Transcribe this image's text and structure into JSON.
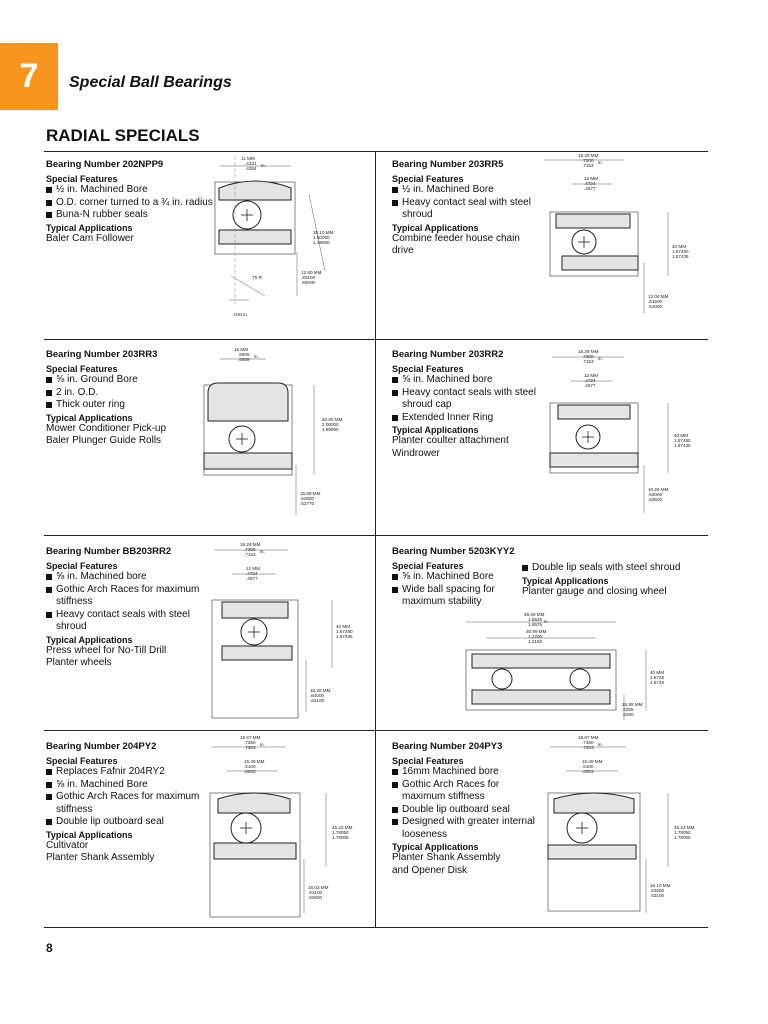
{
  "chapter": {
    "number": "7",
    "title": "Special Ball Bearings"
  },
  "section_title": "RADIAL SPECIALS",
  "page_number": "8",
  "labels": {
    "special_features": "Special Features",
    "typical_applications": "Typical Applications"
  },
  "bearings": [
    {
      "number": "Bearing Number 202NPP9",
      "features": [
        "½ in. Machined Bore",
        "O.D. corner turned to a ¾ in. radius",
        "Buna-N rubber seals"
      ],
      "applications": [
        "Baler Cam Follower"
      ],
      "dims": [
        "11 MM",
        ".4331",
        ".4284",
        "in.",
        "38.10 MM",
        "1.50000",
        "1.49950",
        "12.80 MM",
        ".50100",
        ".50000",
        ".75 R",
        ".010 in."
      ]
    },
    {
      "number": "Bearing Number 203RR5",
      "features": [
        "½ in. Machined Bore",
        "Heavy contact seal with steel shroud"
      ],
      "applications": [
        "Combine feeder house chain drive"
      ],
      "dims": [
        "18.29 MM",
        ".7200",
        ".7153",
        "in.",
        "12 MM",
        ".4724",
        ".4677",
        "40 MM",
        "1.57480",
        "1.57435",
        "13.08 MM",
        ".51500",
        ".51000"
      ]
    },
    {
      "number": "Bearing Number 203RR3",
      "features": [
        "⅝ in. Ground Bore",
        "2 in. O.D.",
        "Thick outer ring"
      ],
      "applications": [
        "Mower Conditioner Pick-up",
        "Baler Plunger Guide Rolls"
      ],
      "dims": [
        "15 MM",
        ".5906",
        ".5859",
        "in.",
        "50.80 MM",
        "2.00000",
        "1.99950",
        "15.88 MM",
        ".62800",
        ".62770"
      ]
    },
    {
      "number": "Bearing Number 203RR2",
      "features": [
        "⅝ in. Machined bore",
        "Heavy contact seals with steel shroud cap",
        "Extended Inner Ring"
      ],
      "applications": [
        "Planter coulter attachment",
        "Windrower"
      ],
      "dims": [
        "18.29 MM",
        ".7200",
        ".7153",
        "in.",
        "12 MM",
        ".4724",
        ".4677",
        "40 MM",
        "1.57480",
        "1.57435",
        "16.26 MM",
        ".64000",
        ".63500"
      ]
    },
    {
      "number": "Bearing Number BB203RR2",
      "features": [
        "⅝ in. Machined bore",
        "Gothic Arch Races for maximum stiffness",
        "Heavy contact seals with steel shroud"
      ],
      "applications": [
        "Press wheel for No-Till Drill",
        "Planter wheels"
      ],
      "dims": [
        "18.29 MM",
        ".7200",
        ".7153",
        "in.",
        "12 MM",
        ".4724",
        ".4677",
        "40 MM",
        "1.57480",
        "1.57435",
        "16.26 MM",
        ".64000",
        ".63100"
      ]
    },
    {
      "number": "Bearing Number 5203KYY2",
      "features": [
        "⅝ in. Machined Bore",
        "Wide ball spacing for maximum stability"
      ],
      "features_right": [
        "Double lip seals with steel shroud"
      ],
      "applications": [
        "Planter gauge and closing wheel"
      ],
      "dims": [
        "39.69 MM",
        "1.5625",
        "1.5575",
        "in.",
        "30.99 MM",
        "1.2200",
        "1.2150",
        "40 MM",
        "1.5748",
        "1.5743",
        "15.88 MM",
        ".6255",
        ".6250"
      ]
    },
    {
      "number": "Bearing Number 204PY2",
      "features": [
        "Replaces Fafnir 204RY2",
        "⅝ in. Machined Bore",
        "Gothic Arch Races for maximum stiffness",
        "Double lip outboard seal"
      ],
      "applications": [
        "Cultivator",
        "Planter Shank Assembly"
      ],
      "dims": [
        "18.67 MM",
        ".7350",
        ".7303",
        "in.",
        "15.49 MM",
        ".6100",
        ".6053",
        "45.22 MM",
        "1.78050",
        "1.78005",
        "16.03 MM",
        ".63100",
        ".62600"
      ]
    },
    {
      "number": "Bearing Number 204PY3",
      "features": [
        "16mm Machined bore",
        "Gothic Arch Races for maximum stiffness",
        "Double lip outboard seal",
        "Designed with greater internal looseness"
      ],
      "applications": [
        "Planter Shank Assembly",
        "and Opener Disk"
      ],
      "dims": [
        "18.67 MM",
        ".7350",
        ".7303",
        "in.",
        "15.49 MM",
        ".6100",
        ".6053",
        "45.22 MM",
        "1.78050",
        "1.78005",
        "16.10 MM",
        ".63600",
        ".63100"
      ]
    }
  ]
}
